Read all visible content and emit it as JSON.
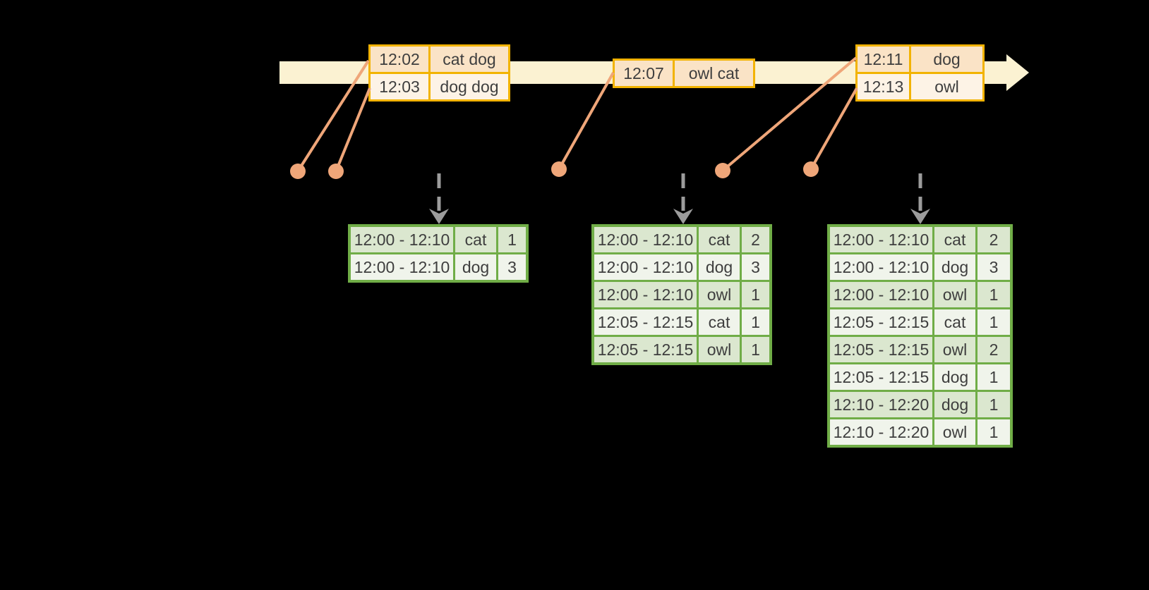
{
  "colors": {
    "background": "#000000",
    "timeline_band": "#FBF2D2",
    "event_border": "#F2B301",
    "event_row_dark": "#FAE3C6",
    "event_row_light": "#FDF3E6",
    "connector": "#EFA679",
    "result_border": "#70AD47",
    "result_row_dark": "#DBE7CF",
    "result_row_light": "#F0F4EB",
    "trigger_arrow": "#9C9C9C",
    "text": "#3E3E3E"
  },
  "event_tables": [
    {
      "rows": [
        [
          "12:02",
          "cat dog"
        ],
        [
          "12:03",
          "dog dog"
        ]
      ]
    },
    {
      "rows": [
        [
          "12:07",
          "owl cat"
        ]
      ]
    },
    {
      "rows": [
        [
          "12:11",
          "dog"
        ],
        [
          "12:13",
          "owl"
        ]
      ]
    }
  ],
  "result_tables": [
    {
      "rows": [
        [
          "12:00 - 12:10",
          "cat",
          "1"
        ],
        [
          "12:00 - 12:10",
          "dog",
          "3"
        ]
      ]
    },
    {
      "rows": [
        [
          "12:00 - 12:10",
          "cat",
          "2"
        ],
        [
          "12:00 - 12:10",
          "dog",
          "3"
        ],
        [
          "12:00 - 12:10",
          "owl",
          "1"
        ],
        [
          "12:05 - 12:15",
          "cat",
          "1"
        ],
        [
          "12:05 - 12:15",
          "owl",
          "1"
        ]
      ]
    },
    {
      "rows": [
        [
          "12:00 - 12:10",
          "cat",
          "2"
        ],
        [
          "12:00 - 12:10",
          "dog",
          "3"
        ],
        [
          "12:00 - 12:10",
          "owl",
          "1"
        ],
        [
          "12:05 - 12:15",
          "cat",
          "1"
        ],
        [
          "12:05 - 12:15",
          "owl",
          "2"
        ],
        [
          "12:05 - 12:15",
          "dog",
          "1"
        ],
        [
          "12:10 - 12:20",
          "dog",
          "1"
        ],
        [
          "12:10 - 12:20",
          "owl",
          "1"
        ]
      ]
    }
  ]
}
